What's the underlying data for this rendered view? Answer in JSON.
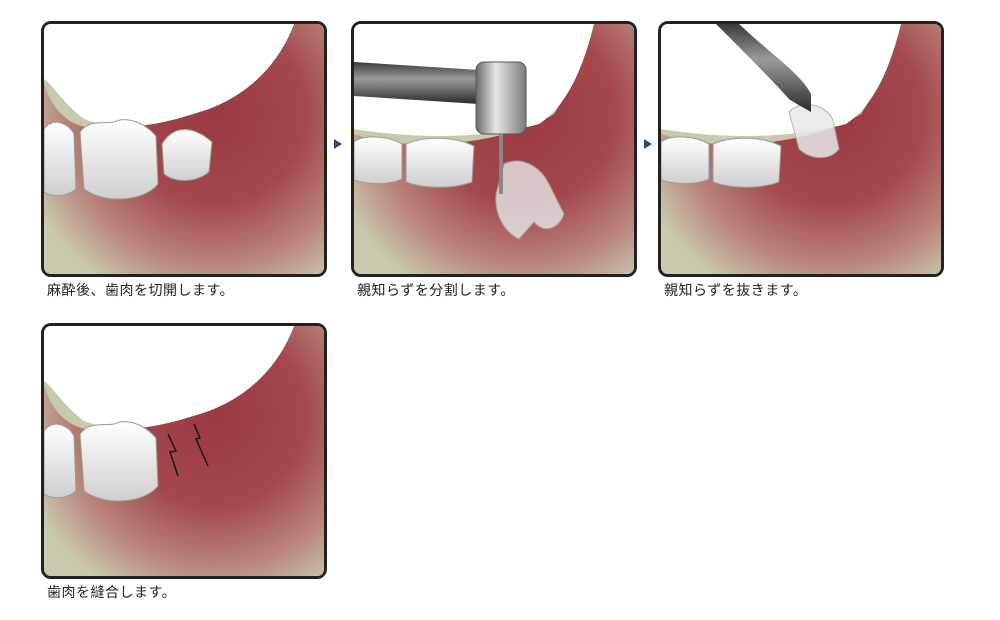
{
  "steps": [
    {
      "caption": "麻酔後、歯肉を切開します。"
    },
    {
      "caption": "親知らずを分割します。"
    },
    {
      "caption": "親知らずを抜きます。"
    },
    {
      "caption": "歯肉を縫合します。"
    }
  ],
  "icons": [
    "arrow-right-icon"
  ],
  "colors": {
    "gum": "#a3474d",
    "bone": "#c9c9ad",
    "tooth": "#f4f4f4",
    "outline": "#222222",
    "arrow": "#2b4a7a"
  }
}
